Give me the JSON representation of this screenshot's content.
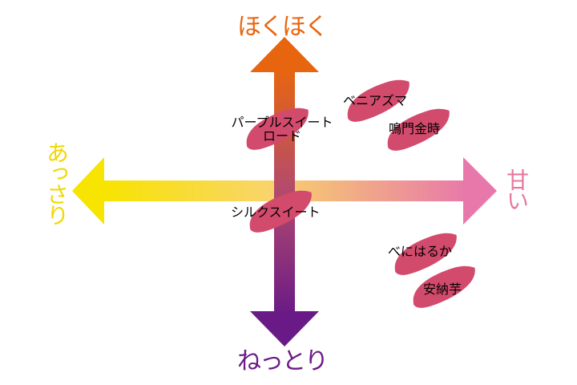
{
  "axes": {
    "top": "ほくほく",
    "bottom": "ねっとり",
    "left": "あっさり",
    "right": "甘い"
  },
  "colors": {
    "top_arrow": "#e8650f",
    "bottom_arrow": "#6a1a87",
    "left_arrow": "#f7e400",
    "right_arrow": "#e878aa",
    "potato": "#d24a6c",
    "top_label": "#e8650f",
    "bottom_label": "#6a1a87",
    "left_label": "#f0d800",
    "right_label": "#e8789f"
  },
  "varieties": [
    {
      "name": "ベニアズマ"
    },
    {
      "name": "鳴門金時"
    },
    {
      "name": "パープルスイート\nロード"
    },
    {
      "name": "シルクスイート"
    },
    {
      "name": "べにはるか"
    },
    {
      "name": "安納芋"
    }
  ]
}
